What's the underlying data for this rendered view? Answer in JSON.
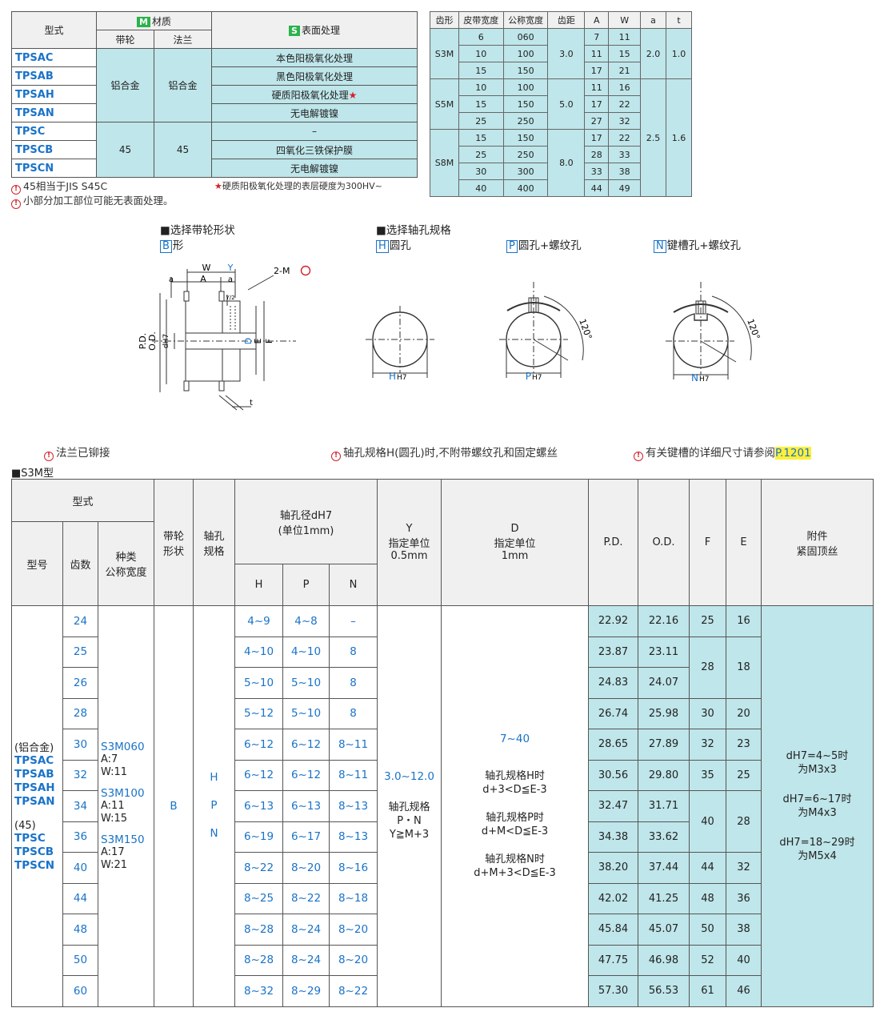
{
  "material_table": {
    "header_model": "型式",
    "header_material_badge": "M",
    "header_material": "材质",
    "header_pulley": "带轮",
    "header_flange": "法兰",
    "header_surface_badge": "S",
    "header_surface": "表面处理",
    "rows": [
      {
        "model": "TPSAC",
        "surface": "本色阳极氧化处理"
      },
      {
        "model": "TPSAB",
        "surface": "黑色阳极氧化处理"
      },
      {
        "model": "TPSAH",
        "surface": "硬质阳极氧化处理"
      },
      {
        "model": "TPSAN",
        "surface": "无电解镀镍"
      },
      {
        "model": "TPSC",
        "surface": "–"
      },
      {
        "model": "TPSCB",
        "surface": "四氧化三铁保护膜"
      },
      {
        "model": "TPSCN",
        "surface": "无电解镀镍"
      }
    ],
    "group1_pulley": "铝合金",
    "group1_flange": "铝合金",
    "group2_pulley": "45",
    "group2_flange": "45",
    "star": "★"
  },
  "spec_table": {
    "headers": [
      "齿形",
      "皮带宽度",
      "公称宽度",
      "齿距",
      "A",
      "W",
      "a",
      "t"
    ],
    "groups": [
      {
        "profile": "S3M",
        "pitch": "3.0",
        "rows": [
          [
            "6",
            "060",
            "7",
            "11"
          ],
          [
            "10",
            "100",
            "11",
            "15"
          ],
          [
            "15",
            "150",
            "17",
            "21"
          ]
        ]
      },
      {
        "profile": "S5M",
        "pitch": "5.0",
        "rows": [
          [
            "10",
            "100",
            "11",
            "16"
          ],
          [
            "15",
            "150",
            "17",
            "22"
          ],
          [
            "25",
            "250",
            "27",
            "32"
          ]
        ]
      },
      {
        "profile": "S8M",
        "pitch": "8.0",
        "rows": [
          [
            "15",
            "150",
            "17",
            "22"
          ],
          [
            "25",
            "250",
            "28",
            "33"
          ],
          [
            "30",
            "300",
            "33",
            "38"
          ],
          [
            "40",
            "400",
            "44",
            "49"
          ]
        ]
      }
    ],
    "a1": "2.0",
    "t1": "1.0",
    "a2": "2.5",
    "t2": "1.6"
  },
  "notes": {
    "note1": "45相当于JIS S45C",
    "note1_star": "★",
    "note1b": "硬质阳极氧化处理的表层硬度为300HV~",
    "note2": "小部分加工部位可能无表面处理。",
    "warn_icon": "!"
  },
  "sections": {
    "shape_title": "■选择带轮形状",
    "shape_box": "B",
    "shape_label": "形",
    "bore_title": "■选择轴孔规格",
    "h_box": "H",
    "h_label": "圆孔",
    "p_box": "P",
    "p_label": "圆孔+螺纹孔",
    "n_box": "N",
    "n_label": "键槽孔+螺纹孔"
  },
  "drawing_labels": {
    "w": "W",
    "y": "Y",
    "a": "a",
    "A": "A",
    "a2": "a",
    "m": "2-M",
    "y2": "Y/2",
    "pd": "P.D.",
    "od": "O.D.",
    "dh7": "dH7",
    "d": "D",
    "e": "E",
    "f": "F",
    "t": "t",
    "h": "H",
    "p": "P",
    "n": "N",
    "h7": "H7",
    "angle": "120°"
  },
  "drawing_notes": {
    "flange": "法兰已铆接",
    "bore_h": "轴孔规格H(圆孔)时,不附带螺纹孔和固定螺丝",
    "key_pre": "有关键槽的详细尺寸请参阅",
    "key_ref": "P.1201"
  },
  "main_title": "■S3M型",
  "main_table": {
    "h_model_group": "型式",
    "h_type": "型号",
    "h_teeth": "齿数",
    "h_kind": "种类\n公称宽度",
    "h_shape": "带轮\n形状",
    "h_bore": "轴孔\n规格",
    "h_bore_dia": "轴孔径dH7\n(单位1mm)",
    "h_H": "H",
    "h_P": "P",
    "h_N": "N",
    "h_y": "Y\n指定单位\n0.5mm",
    "h_d": "D\n指定单位\n1mm",
    "h_pd": "P.D.",
    "h_od": "O.D.",
    "h_f": "F",
    "h_e": "E",
    "h_acc": "附件\n紧固顶丝",
    "type_text_1": "(铝合金)",
    "type_blue_1": "TPSAC\nTPSAB\nTPSAH\nTPSAN",
    "type_text_2": "(45)",
    "type_blue_2": "TPSC\nTPSCB\nTPSCN",
    "kind_1_code": "S3M060",
    "kind_1_dims": "A:7\nW:11",
    "kind_2_code": "S3M100",
    "kind_2_dims": "A:11\nW:15",
    "kind_3_code": "S3M150",
    "kind_3_dims": "A:17\nW:21",
    "shape": "B",
    "bore_types": "H\nP\nN",
    "y_range": "3.0~12.0",
    "y_note": "轴孔规格\nP・N\nY≧M+3",
    "d_range": "7~40",
    "d_note1": "轴孔规格H时\nd+3<D≦E-3",
    "d_note2": "轴孔规格P时\nd+M<D≦E-3",
    "d_note3": "轴孔规格N时\nd+M+3<D≦E-3",
    "acc_1": "dH7=4~5时\n为M3x3",
    "acc_2": "dH7=6~17时\n为M4x3",
    "acc_3": "dH7=18~29时\n为M5x4",
    "rows": [
      {
        "teeth": "24",
        "H": "4~9",
        "P": "4~8",
        "N": "–",
        "pd": "22.92",
        "od": "22.16"
      },
      {
        "teeth": "25",
        "H": "4~10",
        "P": "4~10",
        "N": "8",
        "pd": "23.87",
        "od": "23.11"
      },
      {
        "teeth": "26",
        "H": "5~10",
        "P": "5~10",
        "N": "8",
        "pd": "24.83",
        "od": "24.07"
      },
      {
        "teeth": "28",
        "H": "5~12",
        "P": "5~10",
        "N": "8",
        "pd": "26.74",
        "od": "25.98"
      },
      {
        "teeth": "30",
        "H": "6~12",
        "P": "6~12",
        "N": "8~11",
        "pd": "28.65",
        "od": "27.89"
      },
      {
        "teeth": "32",
        "H": "6~12",
        "P": "6~12",
        "N": "8~11",
        "pd": "30.56",
        "od": "29.80"
      },
      {
        "teeth": "34",
        "H": "6~13",
        "P": "6~13",
        "N": "8~13",
        "pd": "32.47",
        "od": "31.71"
      },
      {
        "teeth": "36",
        "H": "6~19",
        "P": "6~17",
        "N": "8~13",
        "pd": "34.38",
        "od": "33.62"
      },
      {
        "teeth": "40",
        "H": "8~22",
        "P": "8~20",
        "N": "8~16",
        "pd": "38.20",
        "od": "37.44"
      },
      {
        "teeth": "44",
        "H": "8~25",
        "P": "8~22",
        "N": "8~18",
        "pd": "42.02",
        "od": "41.25"
      },
      {
        "teeth": "48",
        "H": "8~28",
        "P": "8~24",
        "N": "8~20",
        "pd": "45.84",
        "od": "45.07"
      },
      {
        "teeth": "50",
        "H": "8~28",
        "P": "8~24",
        "N": "8~20",
        "pd": "47.75",
        "od": "46.98"
      },
      {
        "teeth": "60",
        "H": "8~32",
        "P": "8~29",
        "N": "8~22",
        "pd": "57.30",
        "od": "56.53"
      }
    ],
    "fe": [
      {
        "f": "25",
        "e": "16"
      },
      {
        "f": "28",
        "e": "18"
      },
      {
        "f": "30",
        "e": "20"
      },
      {
        "f": "32",
        "e": "23"
      },
      {
        "f": "35",
        "e": "25"
      },
      {
        "f": "40",
        "e": "28"
      },
      {
        "f": "44",
        "e": "32"
      },
      {
        "f": "48",
        "e": "36"
      },
      {
        "f": "50",
        "e": "38"
      },
      {
        "f": "52",
        "e": "40"
      },
      {
        "f": "61",
        "e": "46"
      }
    ]
  }
}
